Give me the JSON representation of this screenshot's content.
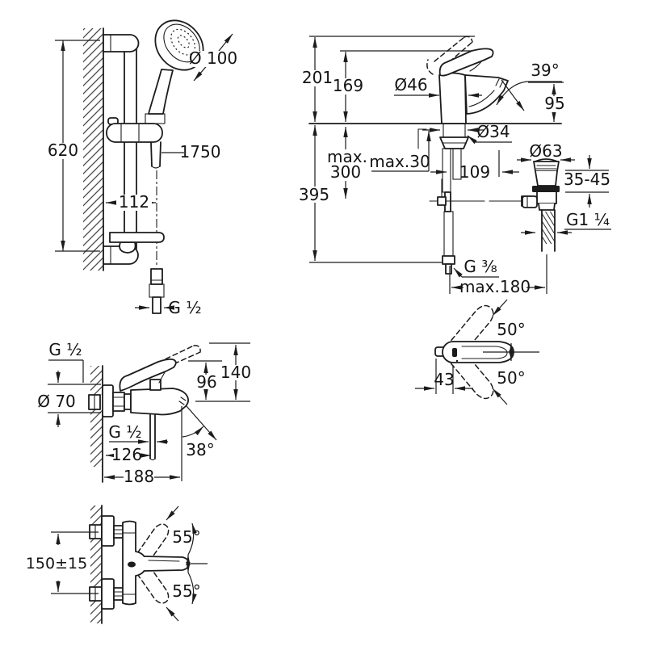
{
  "page": {
    "background": "#ffffff",
    "line_color": "#1c1c1c"
  },
  "views": {
    "shower_rail_set": {
      "title": "shower rail set side view",
      "labels": {
        "rail_height": "620",
        "head_diameter": "Ø 100",
        "hose_length": "1750",
        "wall_to_hose": "112",
        "hose_thread": "G ¹⁄₂"
      }
    },
    "basin_mixer": {
      "title": "basin mixer with pop-up waste",
      "labels": {
        "height_lever_raised": "201",
        "height_lever_closed": "169",
        "body_diameter": "Ø46",
        "spout_angle": "39°",
        "spout_height": "95",
        "shank_diameter": "Ø34",
        "max_depth_line1": "max.",
        "max_depth_line2": "300",
        "deck_thickness": "max.30",
        "rod_offset": "109",
        "waste_flange_diameter": "Ø63",
        "flange_height_range": "35-45",
        "install_depth": "395",
        "waste_thread": "G1 ¹⁄₄",
        "supply_thread": "G ³⁄₈",
        "hose_reach": "max.180"
      }
    },
    "bath_mixer": {
      "title": "wall-mounted bath mixer side view",
      "labels": {
        "inlet_thread": "G ¹⁄₂",
        "escutcheon_diameter": "Ø 70",
        "lever_height": "96",
        "height_lever_raised": "140",
        "outlet_thread": "G ¹⁄₂",
        "outlet_offset": "126",
        "spout_angle": "38°",
        "projection": "188"
      }
    },
    "lever_detail": {
      "title": "lever swing top view",
      "labels": {
        "swing_up": "50°",
        "swing_down": "50°",
        "lever_offset": "43"
      }
    },
    "wall_mounting": {
      "title": "wall mounting front view",
      "labels": {
        "inlet_distance": "150±15",
        "swing_up": "55°",
        "swing_down": "55°"
      }
    }
  }
}
